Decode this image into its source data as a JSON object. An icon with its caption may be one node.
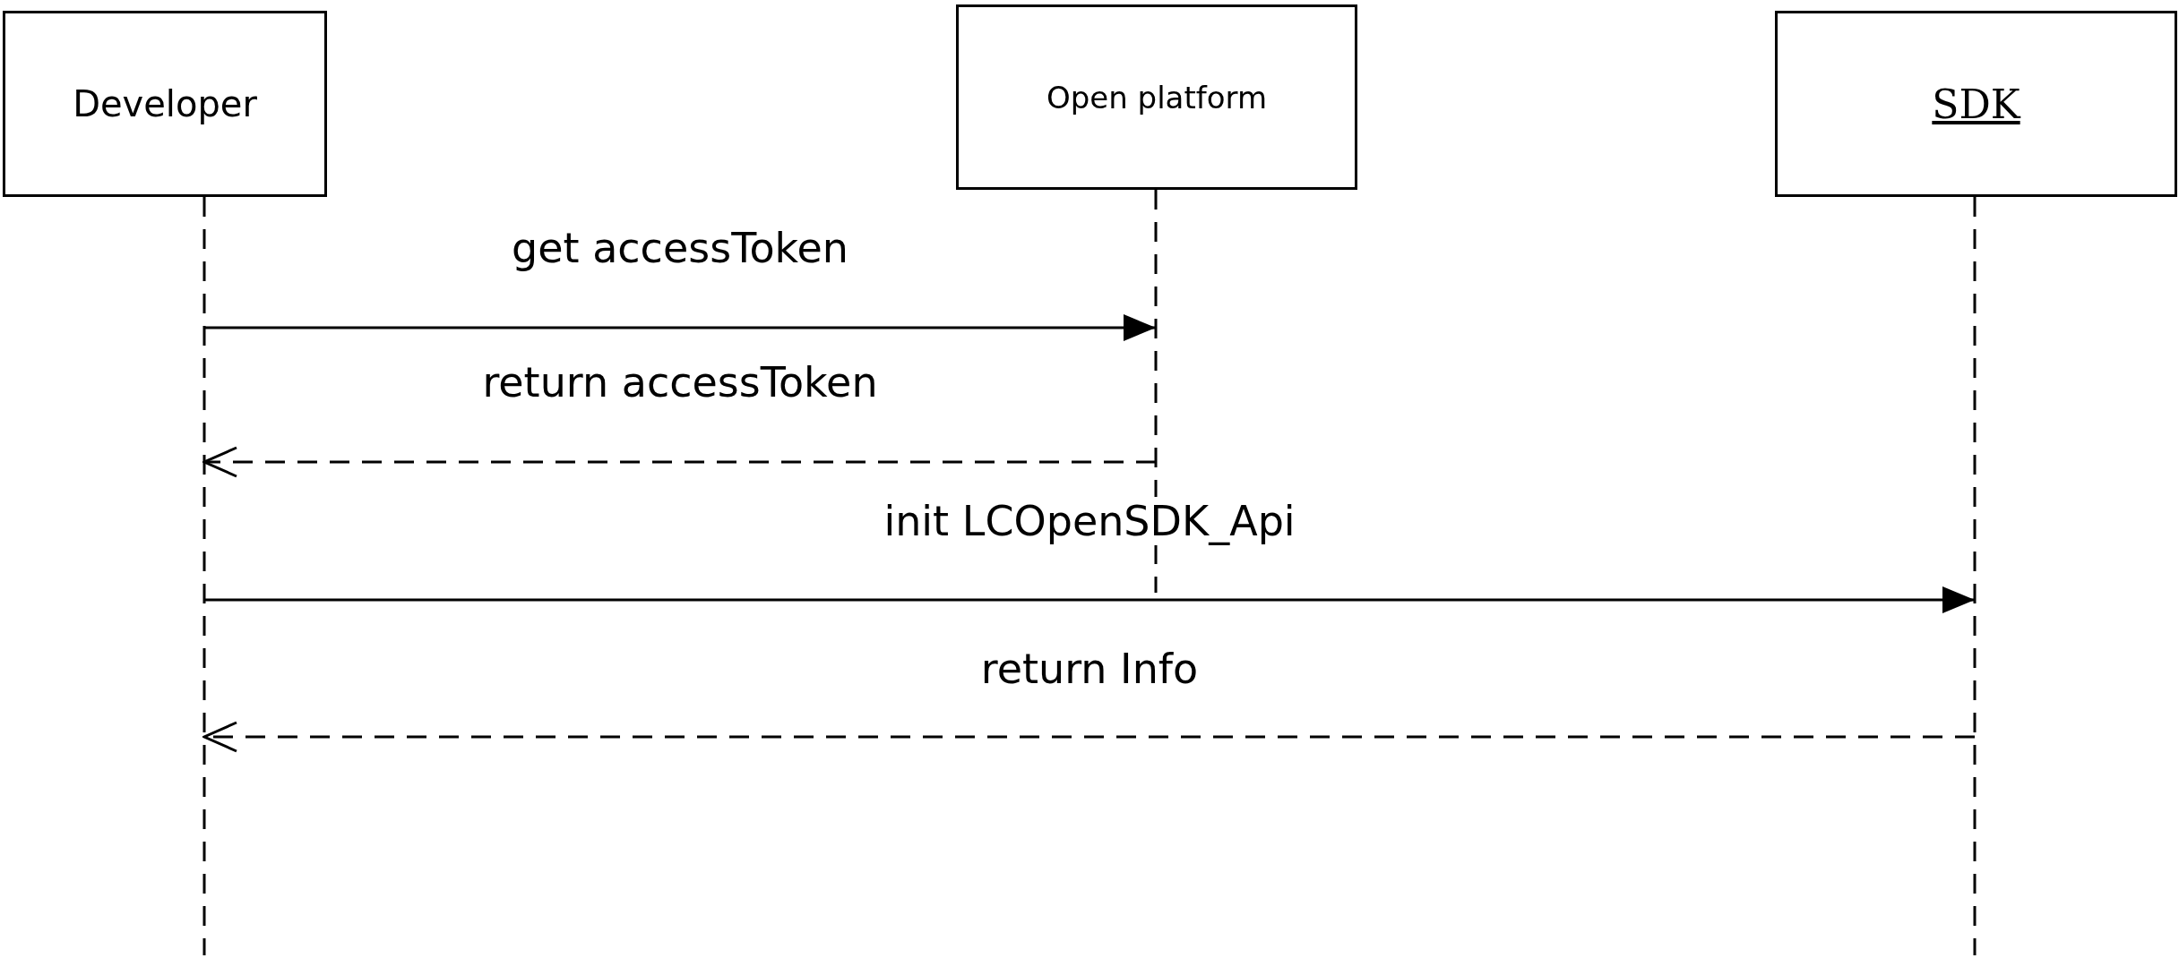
{
  "diagram": {
    "nodes": [
      {
        "text": [
          "Developer"
        ]
      },
      {
        "text": [
          "Open platform"
        ]
      },
      {
        "text": [
          "SDK"
        ]
      }
    ],
    "edges": [
      {
        "from": 0,
        "to": 1,
        "arrow": "to",
        "label": "get accessToken"
      },
      {
        "from": 1,
        "to": 0,
        "arrow": "to",
        "label": "return accessToken",
        "style": "dashed"
      },
      {
        "from": 0,
        "to": 2,
        "arrow": "to",
        "label": "init LCOpenSDK_Api"
      },
      {
        "from": 2,
        "to": 0,
        "arrow": "to",
        "label": "return Info",
        "style": "dashed"
      }
    ]
  }
}
